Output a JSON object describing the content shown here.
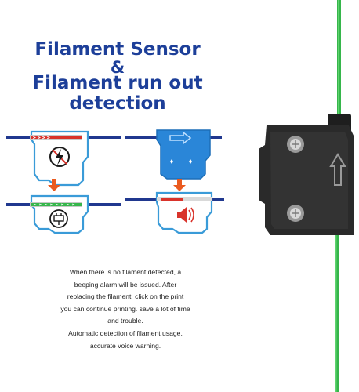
{
  "heading": {
    "line1": "Filament Sensor",
    "line2": "&",
    "line3": "Filament run out detection"
  },
  "description": [
    "When there is no filament detected, a",
    "beeping alarm will be issued. After",
    "replacing the filament, click on the print",
    "you can continue printing. save a lot of time",
    "and trouble.",
    "Automatic detection of filament usage,",
    "accurate voice warning."
  ],
  "colors": {
    "title": "#1d3f99",
    "pipe": "#20388f",
    "accent_red": "#d9332b",
    "arrow_orange": "#ea5a1f",
    "box_blue": "#2a86d8",
    "filament_green": "#36b64b",
    "sensor_body": "#2a2a2a"
  },
  "icons": [
    "lightning-no-signal-icon",
    "arrow-right-icon",
    "power-plug-icon",
    "speaker-alarm-icon",
    "arrow-up-icon"
  ]
}
